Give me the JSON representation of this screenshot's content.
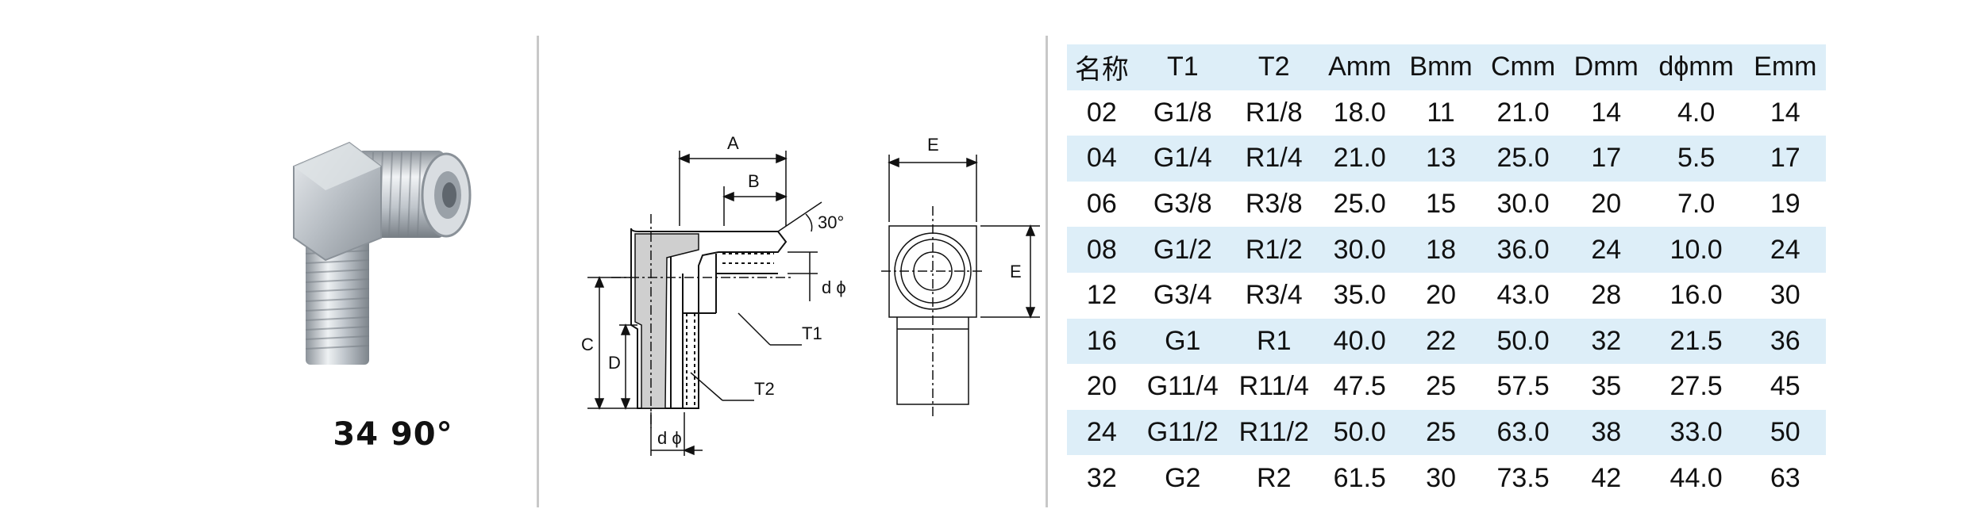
{
  "product": {
    "caption": "34  90°"
  },
  "drawing": {
    "labels": {
      "A": "A",
      "B": "B",
      "angle": "30°",
      "d_phi_top": "d ϕ",
      "T1": "T1",
      "T2": "T2",
      "C": "C",
      "D": "D",
      "d_phi_bottom": "d ϕ",
      "E_top": "E",
      "E_side": "E"
    }
  },
  "table": {
    "headers": [
      "名称",
      "T1",
      "T2",
      "Amm",
      "Bmm",
      "Cmm",
      "Dmm",
      "dϕmm",
      "Emm"
    ],
    "rows": [
      [
        "02",
        "G1/8",
        "R1/8",
        "18.0",
        "11",
        "21.0",
        "14",
        "4.0",
        "14"
      ],
      [
        "04",
        "G1/4",
        "R1/4",
        "21.0",
        "13",
        "25.0",
        "17",
        "5.5",
        "17"
      ],
      [
        "06",
        "G3/8",
        "R3/8",
        "25.0",
        "15",
        "30.0",
        "20",
        "7.0",
        "19"
      ],
      [
        "08",
        "G1/2",
        "R1/2",
        "30.0",
        "18",
        "36.0",
        "24",
        "10.0",
        "24"
      ],
      [
        "12",
        "G3/4",
        "R3/4",
        "35.0",
        "20",
        "43.0",
        "28",
        "16.0",
        "30"
      ],
      [
        "16",
        "G1",
        "R1",
        "40.0",
        "22",
        "50.0",
        "32",
        "21.5",
        "36"
      ],
      [
        "20",
        "G11/4",
        "R11/4",
        "47.5",
        "25",
        "57.5",
        "35",
        "27.5",
        "45"
      ],
      [
        "24",
        "G11/2",
        "R11/2",
        "50.0",
        "25",
        "63.0",
        "38",
        "33.0",
        "50"
      ],
      [
        "32",
        "G2",
        "R2",
        "61.5",
        "30",
        "73.5",
        "42",
        "44.0",
        "63"
      ]
    ]
  },
  "colors": {
    "row_shade": "#ddeef8",
    "divider": "#c8c8c8",
    "metal": "#c9ced3",
    "section_fill": "#cfcfcf"
  }
}
